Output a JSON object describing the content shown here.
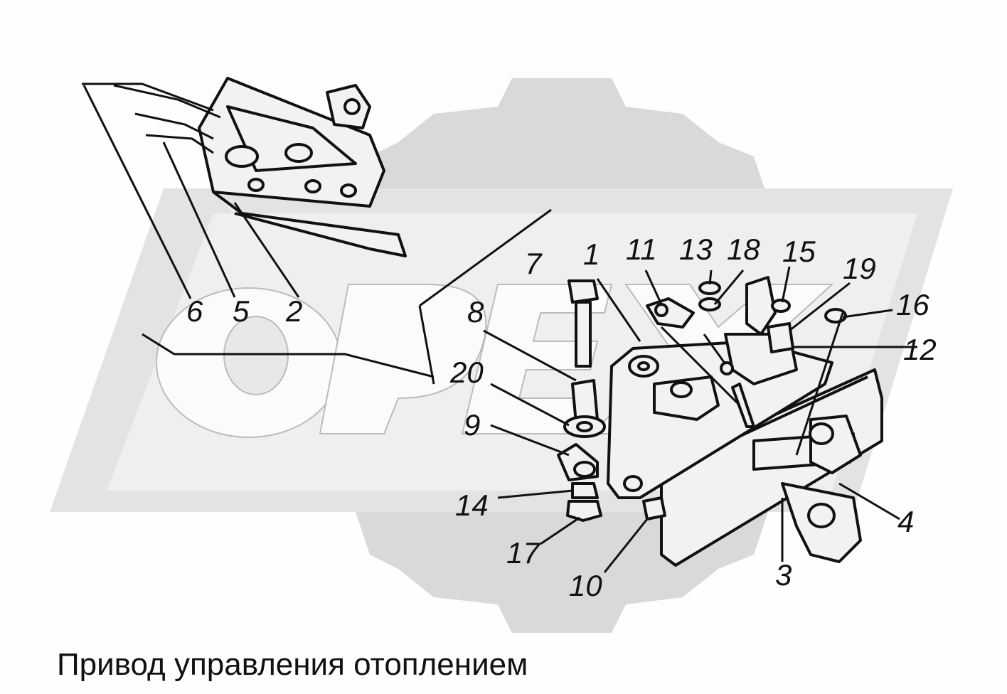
{
  "caption": "Привод управления отоплением",
  "watermark": "ОРЕХ",
  "callouts": [
    {
      "id": "c1",
      "label": "1"
    },
    {
      "id": "c2",
      "label": "2"
    },
    {
      "id": "c3",
      "label": "3"
    },
    {
      "id": "c4",
      "label": "4"
    },
    {
      "id": "c5",
      "label": "5"
    },
    {
      "id": "c6",
      "label": "6"
    },
    {
      "id": "c7",
      "label": "7"
    },
    {
      "id": "c8",
      "label": "8"
    },
    {
      "id": "c9",
      "label": "9"
    },
    {
      "id": "c10",
      "label": "10"
    },
    {
      "id": "c11",
      "label": "11"
    },
    {
      "id": "c12",
      "label": "12"
    },
    {
      "id": "c13",
      "label": "13"
    },
    {
      "id": "c14",
      "label": "14"
    },
    {
      "id": "c15",
      "label": "15"
    },
    {
      "id": "c16",
      "label": "16"
    },
    {
      "id": "c17",
      "label": "17"
    },
    {
      "id": "c18",
      "label": "18"
    },
    {
      "id": "c19",
      "label": "19"
    },
    {
      "id": "c20",
      "label": "20"
    }
  ]
}
